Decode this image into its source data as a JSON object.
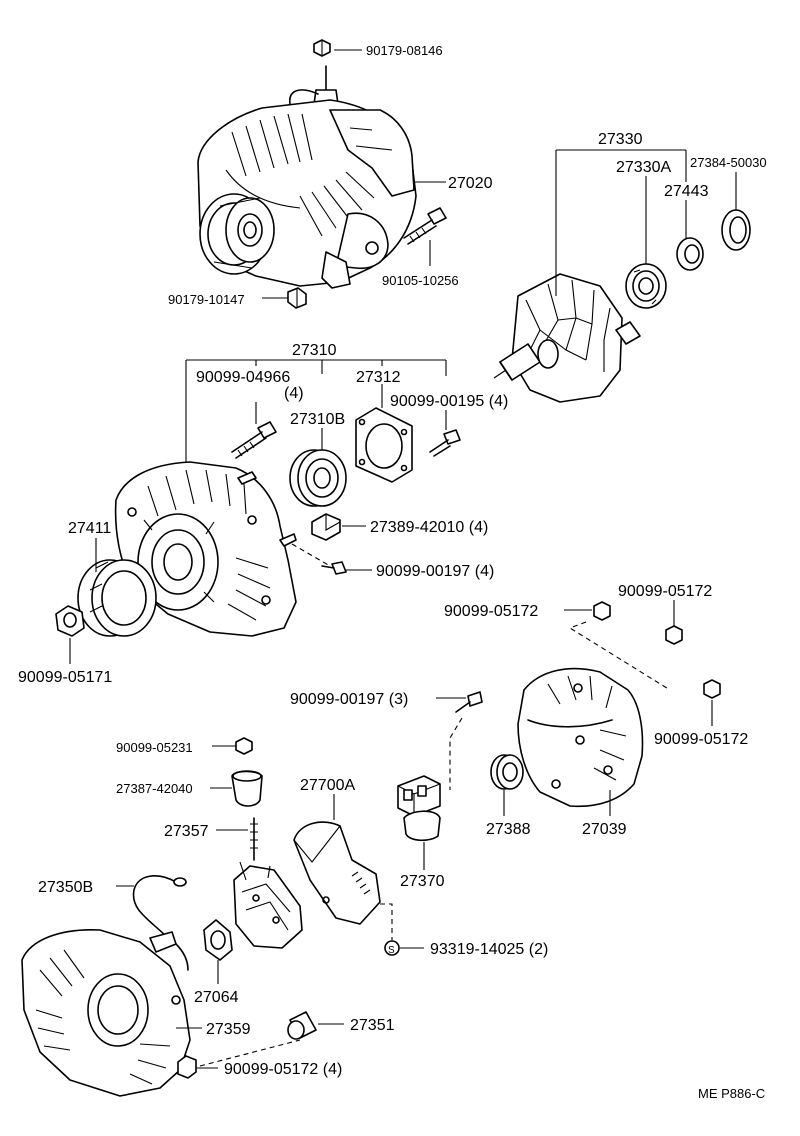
{
  "diagram_code": "ME P886-C",
  "parts": {
    "p90179_08146": "90179-08146",
    "p27020": "27020",
    "p90105_10256": "90105-10256",
    "p90179_10147": "90179-10147",
    "p27330": "27330",
    "p27330A": "27330A",
    "p27384_50030": "27384-50030",
    "p27443": "27443",
    "p27310": "27310",
    "p90099_04966": "90099-04966",
    "p90099_04966_qty": "(4)",
    "p27312": "27312",
    "p27310B": "27310B",
    "p90099_00195": "90099-00195 (4)",
    "p27389_42010": "27389-42010 (4)",
    "p27411": "27411",
    "p90099_00197_4": "90099-00197 (4)",
    "p90099_05171": "90099-05171",
    "p90099_05172_a": "90099-05172",
    "p90099_05172_b": "90099-05172",
    "p90099_05172_c": "90099-05172",
    "p90099_00197_3": "90099-00197 (3)",
    "p90099_05231": "90099-05231",
    "p27700A": "27700A",
    "p27387_42040": "27387-42040",
    "p27357": "27357",
    "p27388": "27388",
    "p27039": "27039",
    "p27370": "27370",
    "p27350B": "27350B",
    "p93319_14025": "93319-14025 (2)",
    "p27064": "27064",
    "p27359": "27359",
    "p27351": "27351",
    "p90099_05172_4": "90099-05172 (4)"
  }
}
